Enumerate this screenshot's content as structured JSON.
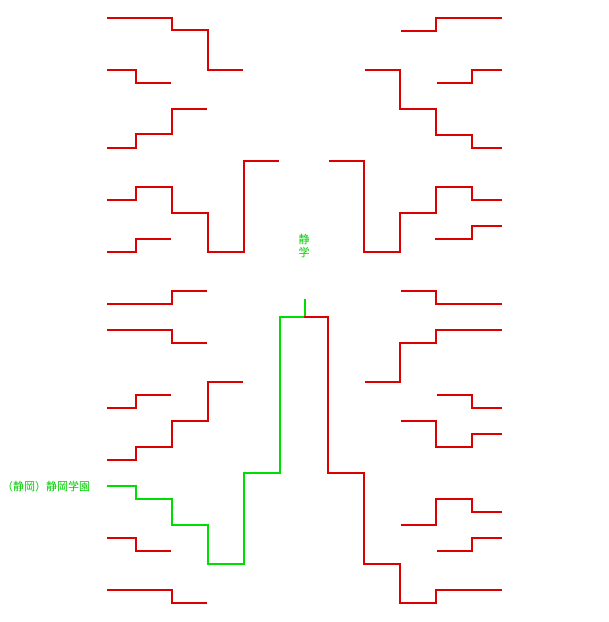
{
  "champion": {
    "char1": "静",
    "char2": "学"
  },
  "team_label": "（静岡）静岡学園",
  "colors": {
    "bracket": "#dd0000",
    "winner_path": "#00dd00"
  }
}
